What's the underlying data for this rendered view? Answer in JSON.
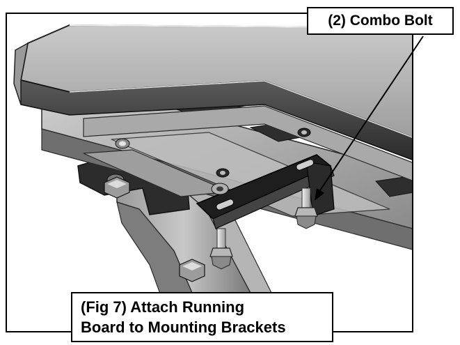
{
  "callout": {
    "label": "(2) Combo Bolt"
  },
  "caption": {
    "line1": "(Fig 7) Attach Running",
    "line2": "Board to Mounting Brackets"
  },
  "colors": {
    "frame": "#000000",
    "metal_light": "#c4c4c4",
    "metal_mid": "#8c8c8c",
    "metal_dark": "#3a3a3a",
    "bracket_black": "#1e1e1e"
  },
  "icons": {
    "arrow": "callout-arrow-icon"
  }
}
